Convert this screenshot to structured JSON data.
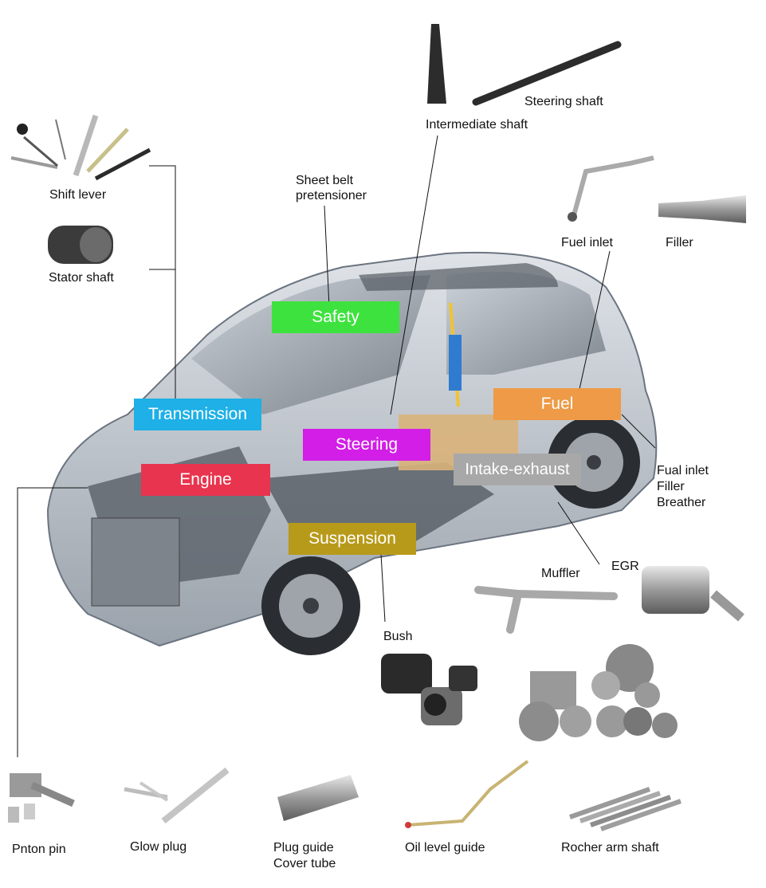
{
  "parts": {
    "intermediate_shaft": "Intermediate shaft",
    "steering_shaft": "Steering shaft",
    "shift_lever": "Shift lever",
    "stator_shaft": "Stator shaft",
    "seat_belt_line1": "Sheet belt",
    "seat_belt_line2": "pretensioner",
    "fuel_inlet": "Fuel inlet",
    "filler": "Filler",
    "fuel_group_line1": "Fual inlet",
    "fuel_group_line2": "Filler",
    "fuel_group_line3": "Breather",
    "muffler": "Muffler",
    "egr": "EGR",
    "bush": "Bush",
    "piston_pin": "Pnton pin",
    "glow_plug": "Glow plug",
    "plug_guide_line1": "Plug guide",
    "plug_guide_line2": "Cover tube",
    "oil_level_guide": "Oil level guide",
    "rocker_arm_shaft": "Rocher arm shaft"
  },
  "systems": {
    "safety": "Safety",
    "transmission": "Transmission",
    "engine": "Engine",
    "steering": "Steering",
    "suspension": "Suspension",
    "fuel": "Fuel",
    "intake_exhaust": "Intake-exhaust"
  },
  "colors": {
    "safety": "#3ee23e",
    "transmission": "#1eb0e6",
    "engine": "#e8344e",
    "steering": "#d21ee6",
    "suspension": "#b89a1a",
    "fuel": "#ee9a46",
    "intake_exhaust": "#a8a8a8"
  }
}
